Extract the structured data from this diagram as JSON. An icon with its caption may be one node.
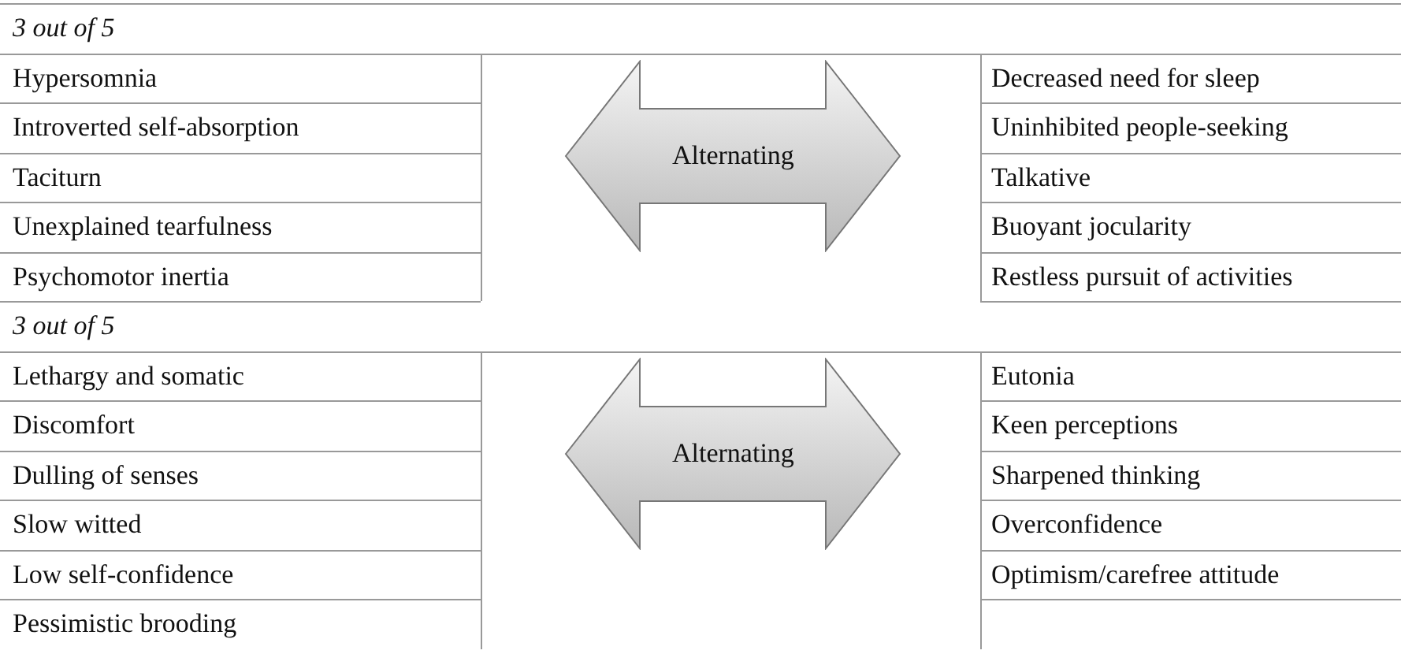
{
  "diagram": {
    "nodes": [
      {
        "text": [
          "Alternating"
        ]
      },
      {
        "text": [
          "Alternating"
        ]
      }
    ],
    "labels": [
      "3 out of 5",
      "Hypersomnia",
      "Decreased need for sleep",
      "Introverted self-absorption",
      "Uninhibited people-seeking",
      "Taciturn",
      "Talkative",
      "Unexplained tearfulness",
      "Buoyant jocularity",
      "Psychomotor inertia",
      "Restless pursuit of activities",
      "3 out of 5",
      "Lethargy and somatic",
      "Eutonia",
      "Discomfort",
      "Keen perceptions",
      "Dulling of senses",
      "Sharpened thinking",
      "Slow witted",
      "Overconfidence",
      "Low self-confidence",
      "Optimism/carefree attitude",
      "Pessimistic brooding"
    ]
  }
}
